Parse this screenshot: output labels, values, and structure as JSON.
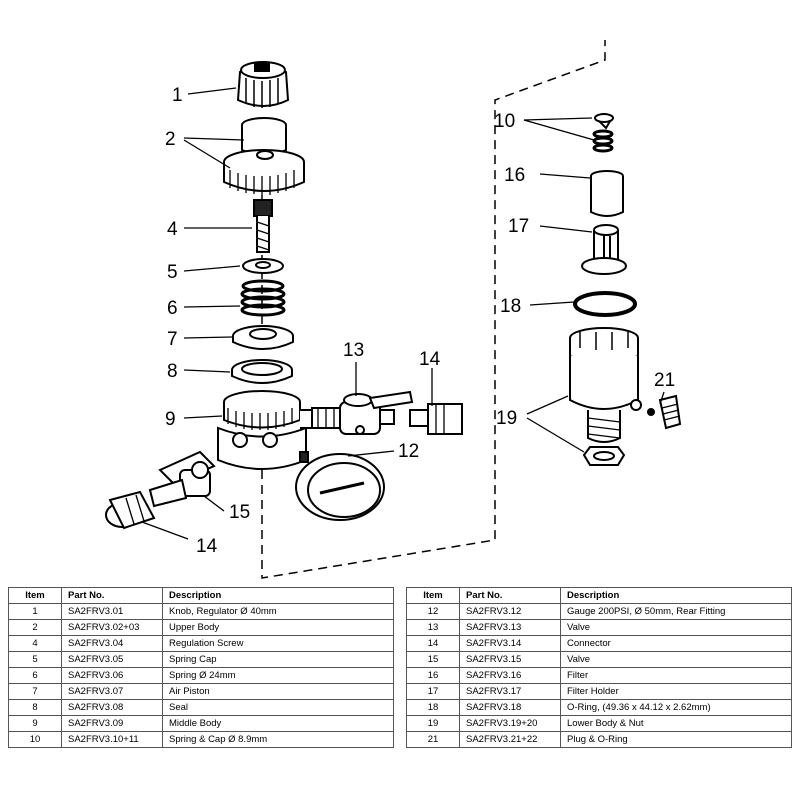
{
  "callouts": [
    "1",
    "2",
    "4",
    "5",
    "6",
    "7",
    "8",
    "9",
    "10",
    "12",
    "13",
    "14",
    "14",
    "15",
    "16",
    "17",
    "18",
    "19",
    "21"
  ],
  "table_headers": {
    "item": "Item",
    "part": "Part No.",
    "desc": "Description"
  },
  "table_left": [
    {
      "item": "1",
      "part": "SA2FRV3.01",
      "desc": "Knob, Regulator Ø 40mm"
    },
    {
      "item": "2",
      "part": "SA2FRV3.02+03",
      "desc": "Upper Body"
    },
    {
      "item": "4",
      "part": "SA2FRV3.04",
      "desc": "Regulation Screw"
    },
    {
      "item": "5",
      "part": "SA2FRV3.05",
      "desc": "Spring Cap"
    },
    {
      "item": "6",
      "part": "SA2FRV3.06",
      "desc": "Spring Ø 24mm"
    },
    {
      "item": "7",
      "part": "SA2FRV3.07",
      "desc": "Air Piston"
    },
    {
      "item": "8",
      "part": "SA2FRV3.08",
      "desc": "Seal"
    },
    {
      "item": "9",
      "part": "SA2FRV3.09",
      "desc": "Middle Body"
    },
    {
      "item": "10",
      "part": "SA2FRV3.10+11",
      "desc": "Spring & Cap Ø 8.9mm"
    }
  ],
  "table_right": [
    {
      "item": "12",
      "part": "SA2FRV3.12",
      "desc": "Gauge 200PSI, Ø 50mm, Rear Fitting"
    },
    {
      "item": "13",
      "part": "SA2FRV3.13",
      "desc": "Valve"
    },
    {
      "item": "14",
      "part": "SA2FRV3.14",
      "desc": "Connector"
    },
    {
      "item": "15",
      "part": "SA2FRV3.15",
      "desc": "Valve"
    },
    {
      "item": "16",
      "part": "SA2FRV3.16",
      "desc": "Filter"
    },
    {
      "item": "17",
      "part": "SA2FRV3.17",
      "desc": "Filter Holder"
    },
    {
      "item": "18",
      "part": "SA2FRV3.18",
      "desc": "O-Ring, (49.36 x 44.12 x 2.62mm)"
    },
    {
      "item": "19",
      "part": "SA2FRV3.19+20",
      "desc": "Lower Body & Nut"
    },
    {
      "item": "21",
      "part": "SA2FRV3.21+22",
      "desc": "Plug & O-Ring"
    }
  ]
}
